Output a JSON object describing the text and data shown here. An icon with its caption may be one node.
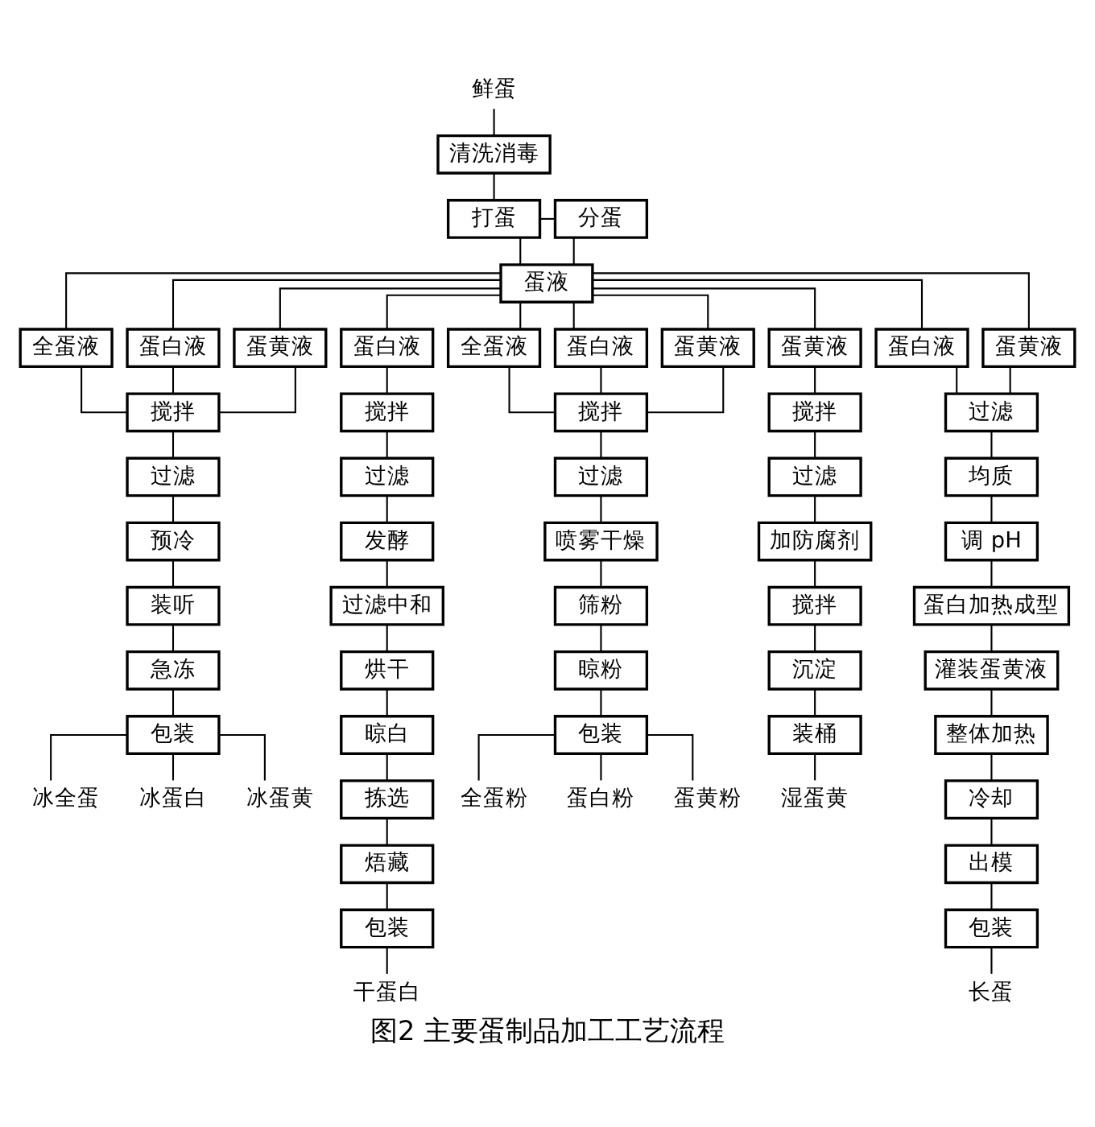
{
  "diagram": {
    "caption": "图2 主要蛋制品加工工艺流程",
    "nodes": [
      {
        "text": [
          "鲜蛋"
        ]
      },
      {
        "text": [
          "清洗消毒"
        ]
      },
      {
        "text": [
          "打蛋"
        ]
      },
      {
        "text": [
          "分蛋"
        ]
      },
      {
        "text": [
          "蛋液"
        ]
      },
      {
        "text": [
          "全蛋液"
        ]
      },
      {
        "text": [
          "蛋白液"
        ]
      },
      {
        "text": [
          "蛋黄液"
        ]
      },
      {
        "text": [
          "搅拌"
        ]
      },
      {
        "text": [
          "过滤"
        ]
      },
      {
        "text": [
          "预冷"
        ]
      },
      {
        "text": [
          "装听"
        ]
      },
      {
        "text": [
          "急冻"
        ]
      },
      {
        "text": [
          "包装"
        ]
      },
      {
        "text": [
          "冰全蛋"
        ]
      },
      {
        "text": [
          "冰蛋白"
        ]
      },
      {
        "text": [
          "冰蛋黄"
        ]
      },
      {
        "text": [
          "蛋白液"
        ]
      },
      {
        "text": [
          "搅拌"
        ]
      },
      {
        "text": [
          "过滤"
        ]
      },
      {
        "text": [
          "发酵"
        ]
      },
      {
        "text": [
          "过滤中和"
        ]
      },
      {
        "text": [
          "烘干"
        ]
      },
      {
        "text": [
          "晾白"
        ]
      },
      {
        "text": [
          "拣选"
        ]
      },
      {
        "text": [
          "焐藏"
        ]
      },
      {
        "text": [
          "包装"
        ]
      },
      {
        "text": [
          "干蛋白"
        ]
      },
      {
        "text": [
          "全蛋液"
        ]
      },
      {
        "text": [
          "蛋白液"
        ]
      },
      {
        "text": [
          "蛋黄液"
        ]
      },
      {
        "text": [
          "搅拌"
        ]
      },
      {
        "text": [
          "过滤"
        ]
      },
      {
        "text": [
          "喷雾干燥"
        ]
      },
      {
        "text": [
          "筛粉"
        ]
      },
      {
        "text": [
          "晾粉"
        ]
      },
      {
        "text": [
          "包装"
        ]
      },
      {
        "text": [
          "全蛋粉"
        ]
      },
      {
        "text": [
          "蛋白粉"
        ]
      },
      {
        "text": [
          "蛋黄粉"
        ]
      },
      {
        "text": [
          "蛋黄液"
        ]
      },
      {
        "text": [
          "搅拌"
        ]
      },
      {
        "text": [
          "过滤"
        ]
      },
      {
        "text": [
          "加防腐剂"
        ]
      },
      {
        "text": [
          "搅拌"
        ]
      },
      {
        "text": [
          "沉淀"
        ]
      },
      {
        "text": [
          "装桶"
        ]
      },
      {
        "text": [
          "湿蛋黄"
        ]
      },
      {
        "text": [
          "蛋白液"
        ]
      },
      {
        "text": [
          "蛋黄液"
        ]
      },
      {
        "text": [
          "过滤"
        ]
      },
      {
        "text": [
          "均质"
        ]
      },
      {
        "text": [
          "调 pH"
        ]
      },
      {
        "text": [
          "蛋白加热成型"
        ]
      },
      {
        "text": [
          "灌装蛋黄液"
        ]
      },
      {
        "text": [
          "整体加热"
        ]
      },
      {
        "text": [
          "冷却"
        ]
      },
      {
        "text": [
          "出模"
        ]
      },
      {
        "text": [
          "包装"
        ]
      },
      {
        "text": [
          "长蛋"
        ]
      }
    ],
    "edges": [
      {
        "from": 0,
        "to": 1,
        "arrow": "none"
      },
      {
        "from": 1,
        "to": 2,
        "arrow": "none"
      },
      {
        "from": 2,
        "to": 3,
        "arrow": "none"
      },
      {
        "from": 2,
        "to": 4,
        "arrow": "none"
      },
      {
        "from": 3,
        "to": 4,
        "arrow": "none"
      },
      {
        "from": 4,
        "to": 5,
        "arrow": "none"
      },
      {
        "from": 4,
        "to": 6,
        "arrow": "none"
      },
      {
        "from": 4,
        "to": 7,
        "arrow": "none"
      },
      {
        "from": 4,
        "to": 17,
        "arrow": "none"
      },
      {
        "from": 4,
        "to": 28,
        "arrow": "none"
      },
      {
        "from": 4,
        "to": 29,
        "arrow": "none"
      },
      {
        "from": 4,
        "to": 30,
        "arrow": "none"
      },
      {
        "from": 4,
        "to": 40,
        "arrow": "none"
      },
      {
        "from": 4,
        "to": 48,
        "arrow": "none"
      },
      {
        "from": 4,
        "to": 49,
        "arrow": "none"
      },
      {
        "from": 5,
        "to": 8,
        "arrow": "none"
      },
      {
        "from": 6,
        "to": 8,
        "arrow": "none"
      },
      {
        "from": 7,
        "to": 8,
        "arrow": "none"
      },
      {
        "from": 8,
        "to": 9,
        "arrow": "none"
      },
      {
        "from": 9,
        "to": 10,
        "arrow": "none"
      },
      {
        "from": 10,
        "to": 11,
        "arrow": "none"
      },
      {
        "from": 11,
        "to": 12,
        "arrow": "none"
      },
      {
        "from": 12,
        "to": 13,
        "arrow": "none"
      },
      {
        "from": 13,
        "to": 14,
        "arrow": "none"
      },
      {
        "from": 13,
        "to": 15,
        "arrow": "none"
      },
      {
        "from": 13,
        "to": 16,
        "arrow": "none"
      },
      {
        "from": 17,
        "to": 18,
        "arrow": "none"
      },
      {
        "from": 18,
        "to": 19,
        "arrow": "none"
      },
      {
        "from": 19,
        "to": 20,
        "arrow": "none"
      },
      {
        "from": 20,
        "to": 21,
        "arrow": "none"
      },
      {
        "from": 21,
        "to": 22,
        "arrow": "none"
      },
      {
        "from": 22,
        "to": 23,
        "arrow": "none"
      },
      {
        "from": 23,
        "to": 24,
        "arrow": "none"
      },
      {
        "from": 24,
        "to": 25,
        "arrow": "none"
      },
      {
        "from": 25,
        "to": 26,
        "arrow": "none"
      },
      {
        "from": 26,
        "to": 27,
        "arrow": "none"
      },
      {
        "from": 28,
        "to": 31,
        "arrow": "none"
      },
      {
        "from": 29,
        "to": 31,
        "arrow": "none"
      },
      {
        "from": 30,
        "to": 31,
        "arrow": "none"
      },
      {
        "from": 31,
        "to": 32,
        "arrow": "none"
      },
      {
        "from": 32,
        "to": 33,
        "arrow": "none"
      },
      {
        "from": 33,
        "to": 34,
        "arrow": "none"
      },
      {
        "from": 34,
        "to": 35,
        "arrow": "none"
      },
      {
        "from": 35,
        "to": 36,
        "arrow": "none"
      },
      {
        "from": 36,
        "to": 37,
        "arrow": "none"
      },
      {
        "from": 36,
        "to": 38,
        "arrow": "none"
      },
      {
        "from": 36,
        "to": 39,
        "arrow": "none"
      },
      {
        "from": 40,
        "to": 41,
        "arrow": "none"
      },
      {
        "from": 41,
        "to": 42,
        "arrow": "none"
      },
      {
        "from": 42,
        "to": 43,
        "arrow": "none"
      },
      {
        "from": 43,
        "to": 44,
        "arrow": "none"
      },
      {
        "from": 44,
        "to": 45,
        "arrow": "none"
      },
      {
        "from": 45,
        "to": 46,
        "arrow": "none"
      },
      {
        "from": 46,
        "to": 47,
        "arrow": "none"
      },
      {
        "from": 48,
        "to": 50,
        "arrow": "none"
      },
      {
        "from": 49,
        "to": 50,
        "arrow": "none"
      },
      {
        "from": 50,
        "to": 51,
        "arrow": "none"
      },
      {
        "from": 51,
        "to": 52,
        "arrow": "none"
      },
      {
        "from": 52,
        "to": 53,
        "arrow": "none"
      },
      {
        "from": 53,
        "to": 54,
        "arrow": "none"
      },
      {
        "from": 54,
        "to": 55,
        "arrow": "none"
      },
      {
        "from": 55,
        "to": 56,
        "arrow": "none"
      },
      {
        "from": 56,
        "to": 57,
        "arrow": "none"
      },
      {
        "from": 57,
        "to": 58,
        "arrow": "none"
      },
      {
        "from": 58,
        "to": 59,
        "arrow": "none"
      }
    ]
  }
}
